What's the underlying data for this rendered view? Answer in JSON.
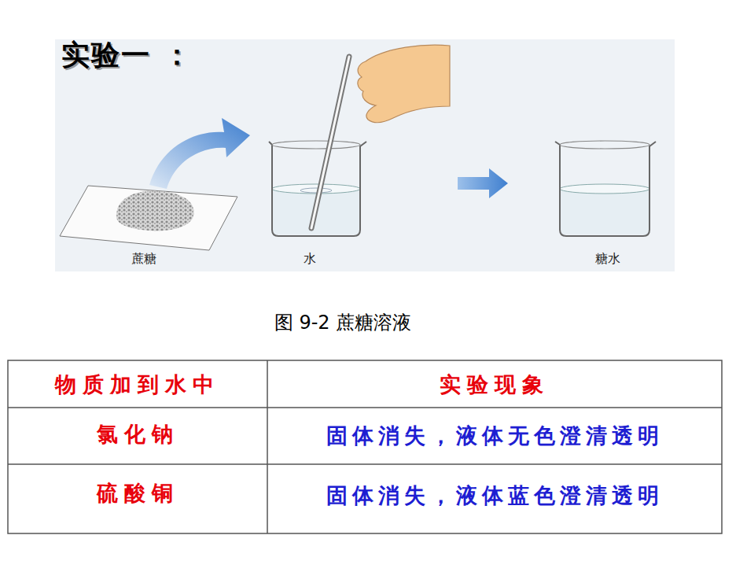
{
  "diagram": {
    "title": "实验一 ：",
    "caption": "图 9-2   蔗糖溶液",
    "labels": [
      "蔗糖",
      "水",
      "糖水",
      "物质加到水中",
      "实验现象",
      "氯化钠",
      "固体消失，液体无色澄清透明",
      "硫酸铜",
      "固体消失，液体蓝色澄清透明"
    ]
  }
}
